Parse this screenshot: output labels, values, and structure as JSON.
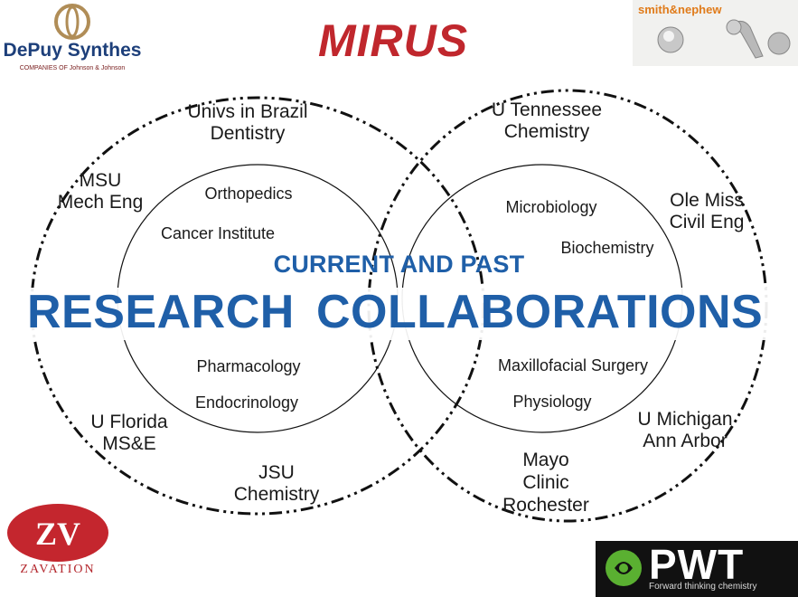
{
  "logos": {
    "depuy": {
      "name": "DePuy Synthes",
      "sub": "COMPANIES OF Johnson & Johnson"
    },
    "mirus": {
      "name": "MIRUS"
    },
    "smith_nephew": {
      "name": "smith&nephew"
    },
    "zavation": {
      "mark": "ZV",
      "name": "ZAVATION"
    },
    "pwt": {
      "name": "PWT",
      "tagline": "Forward thinking chemistry"
    }
  },
  "titles": {
    "top": "CURRENT AND PAST",
    "left": "RESEARCH",
    "right": "COLLABORATIONS"
  },
  "left_outer": {
    "brazil": [
      "Univs in Brazil",
      "Dentistry"
    ],
    "msu": [
      "MSU",
      "Mech Eng"
    ],
    "florida": [
      "U Florida",
      "MS&E"
    ],
    "jsu": [
      "JSU",
      "Chemistry"
    ]
  },
  "left_inner": {
    "a": "Orthopedics",
    "b": "Cancer Institute",
    "c": "Pharmacology",
    "d": "Endocrinology"
  },
  "right_outer": {
    "tennessee": [
      "U Tennessee",
      "Chemistry"
    ],
    "olemiss": [
      "Ole Miss",
      "Civil Eng"
    ],
    "michigan": [
      "U Michigan",
      "Ann Arbor"
    ],
    "mayo": [
      "Mayo",
      "Clinic",
      "Rochester"
    ]
  },
  "right_inner": {
    "a": "Microbiology",
    "b": "Biochemistry",
    "c": "Maxillofacial Surgery",
    "d": "Physiology"
  },
  "colors": {
    "title": "#1f5fa8",
    "text": "#1a1a1a",
    "mirus": "#c0272d",
    "smith_nephew": "#e07b1a",
    "zavation": "#b3262c",
    "pwt_green": "#5ab031"
  }
}
